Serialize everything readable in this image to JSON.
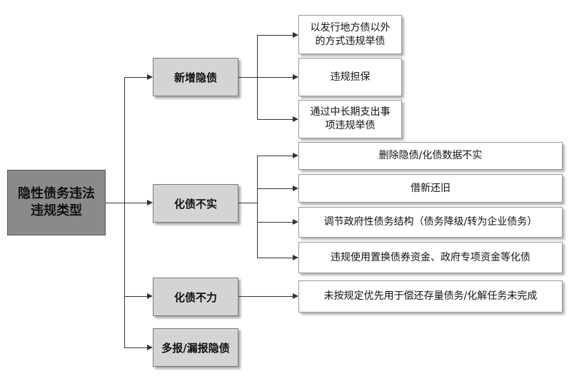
{
  "root": {
    "label": "隐性债务违法\n违规类型"
  },
  "categories": [
    {
      "label": "新增隐债",
      "items": [
        "以发行地方债以外\n的方式违规举债",
        "违规担保",
        "通过中长期支出事\n项违规举债"
      ]
    },
    {
      "label": "化债不实",
      "items": [
        "删除隐债/化债数据不实",
        "借新还旧",
        "调节政府性债务结构（债务降级/转为企业债务）",
        "违规使用置换债券资金、政府专项资金等化债"
      ]
    },
    {
      "label": "化债不力",
      "items": [
        "未按规定优先用于偿还存量债务/化解任务未完成"
      ]
    },
    {
      "label": "多报/漏报隐债",
      "items": []
    }
  ]
}
